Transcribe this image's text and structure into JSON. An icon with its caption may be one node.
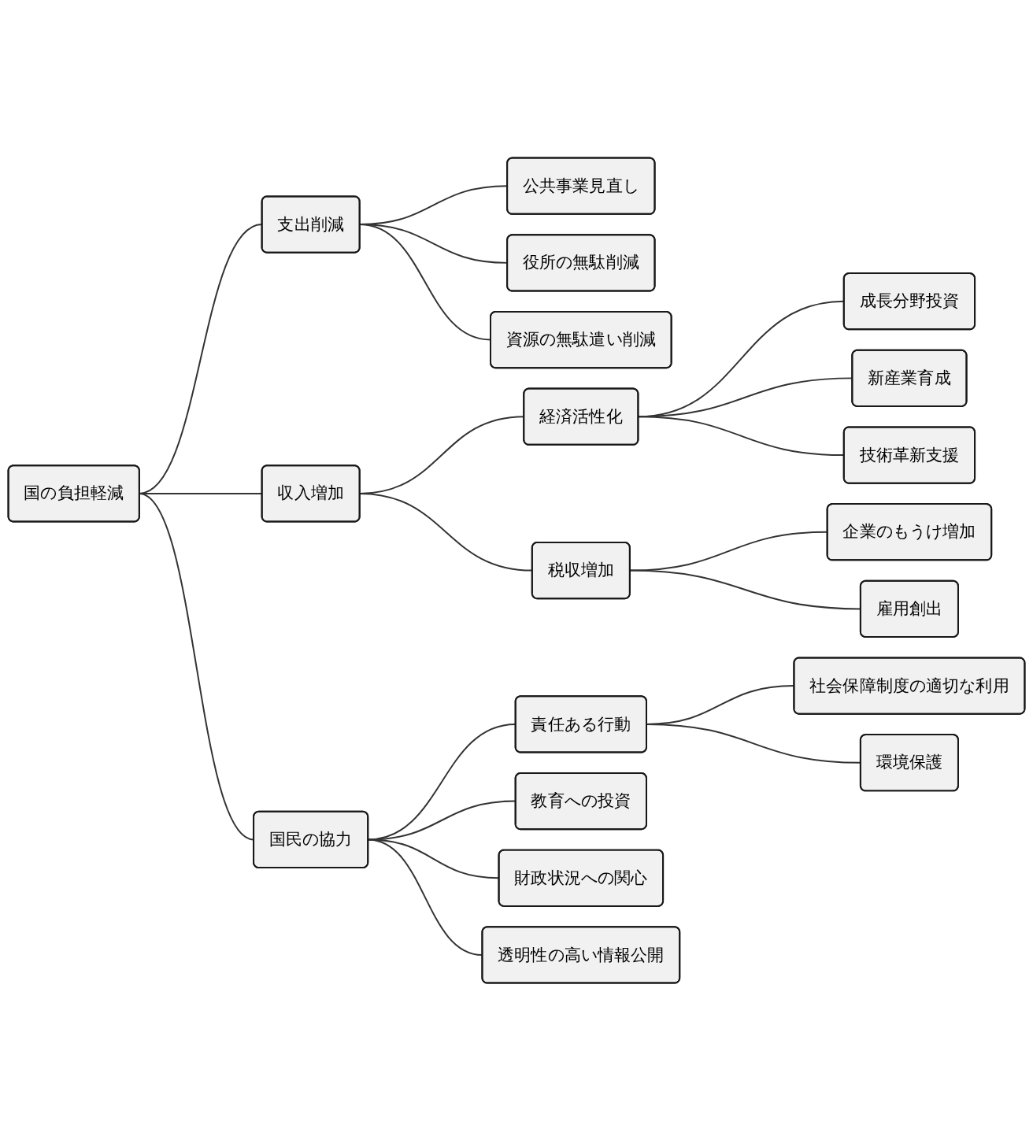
{
  "diagram": {
    "nodes": [
      {
        "text": [
          "国の負担軽減"
        ]
      },
      {
        "text": [
          "支出削減"
        ]
      },
      {
        "text": [
          "公共事業見直し"
        ]
      },
      {
        "text": [
          "役所の無駄削減"
        ]
      },
      {
        "text": [
          "資源の無駄遣い削減"
        ]
      },
      {
        "text": [
          "収入増加"
        ]
      },
      {
        "text": [
          "経済活性化"
        ]
      },
      {
        "text": [
          "成長分野投資"
        ]
      },
      {
        "text": [
          "新産業育成"
        ]
      },
      {
        "text": [
          "技術革新支援"
        ]
      },
      {
        "text": [
          "税収増加"
        ]
      },
      {
        "text": [
          "企業のもうけ増加"
        ]
      },
      {
        "text": [
          "雇用創出"
        ]
      },
      {
        "text": [
          "国民の協力"
        ]
      },
      {
        "text": [
          "責任ある行動"
        ]
      },
      {
        "text": [
          "社会保障制度の適切な利用"
        ]
      },
      {
        "text": [
          "環境保護"
        ]
      },
      {
        "text": [
          "教育への投資"
        ]
      },
      {
        "text": [
          "財政状況への関心"
        ]
      },
      {
        "text": [
          "透明性の高い情報公開"
        ]
      }
    ],
    "edges": [
      {
        "from": 0,
        "to": 1,
        "arrow": "none"
      },
      {
        "from": 1,
        "to": 2,
        "arrow": "none"
      },
      {
        "from": 1,
        "to": 3,
        "arrow": "none"
      },
      {
        "from": 1,
        "to": 4,
        "arrow": "none"
      },
      {
        "from": 0,
        "to": 5,
        "arrow": "none"
      },
      {
        "from": 5,
        "to": 6,
        "arrow": "none"
      },
      {
        "from": 6,
        "to": 7,
        "arrow": "none"
      },
      {
        "from": 6,
        "to": 8,
        "arrow": "none"
      },
      {
        "from": 6,
        "to": 9,
        "arrow": "none"
      },
      {
        "from": 5,
        "to": 10,
        "arrow": "none"
      },
      {
        "from": 10,
        "to": 11,
        "arrow": "none"
      },
      {
        "from": 10,
        "to": 12,
        "arrow": "none"
      },
      {
        "from": 0,
        "to": 13,
        "arrow": "none"
      },
      {
        "from": 13,
        "to": 14,
        "arrow": "none"
      },
      {
        "from": 14,
        "to": 15,
        "arrow": "none"
      },
      {
        "from": 14,
        "to": 16,
        "arrow": "none"
      },
      {
        "from": 13,
        "to": 17,
        "arrow": "none"
      },
      {
        "from": 13,
        "to": 18,
        "arrow": "none"
      },
      {
        "from": 13,
        "to": 19,
        "arrow": "none"
      }
    ]
  }
}
